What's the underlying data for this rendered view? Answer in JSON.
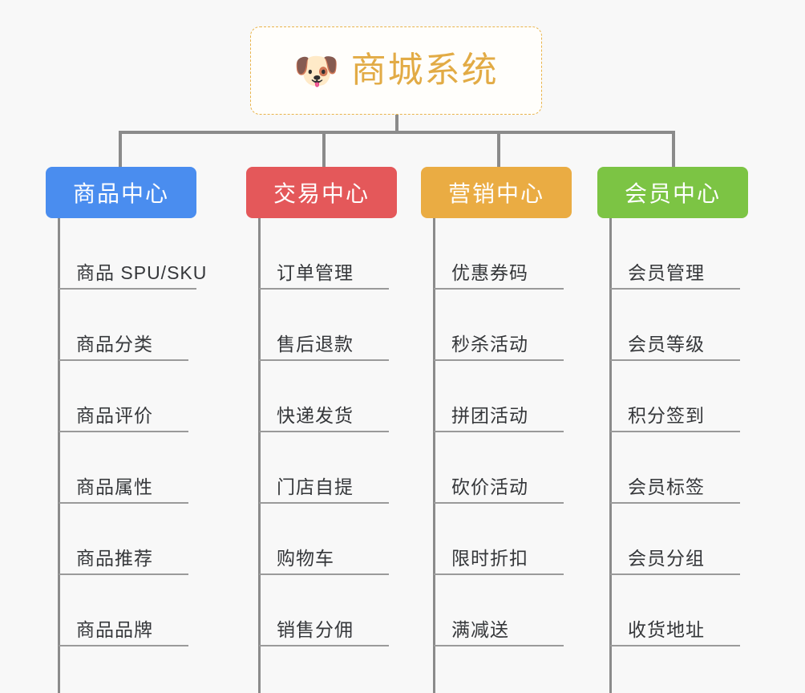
{
  "background_color": "#f8f8f8",
  "root": {
    "icon": "shiba-dog-face-emoji",
    "emoji": "🐶",
    "title": "商城系统",
    "title_color": "#e2ab45",
    "border_color": "#e9b44c"
  },
  "connector_color": "#8b8b8b",
  "columns": [
    {
      "header": "商品中心",
      "color": "#4a8def",
      "items": [
        "商品 SPU/SKU",
        "商品分类",
        "商品评价",
        "商品属性",
        "商品推荐",
        "商品品牌"
      ]
    },
    {
      "header": "交易中心",
      "color": "#e4585a",
      "items": [
        "订单管理",
        "售后退款",
        "快递发货",
        "门店自提",
        "购物车",
        "销售分佣"
      ]
    },
    {
      "header": "营销中心",
      "color": "#eaac43",
      "items": [
        "优惠券码",
        "秒杀活动",
        "拼团活动",
        "砍价活动",
        "限时折扣",
        "满减送"
      ]
    },
    {
      "header": "会员中心",
      "color": "#7cc444",
      "items": [
        "会员管理",
        "会员等级",
        "积分签到",
        "会员标签",
        "会员分组",
        "收货地址"
      ]
    }
  ]
}
